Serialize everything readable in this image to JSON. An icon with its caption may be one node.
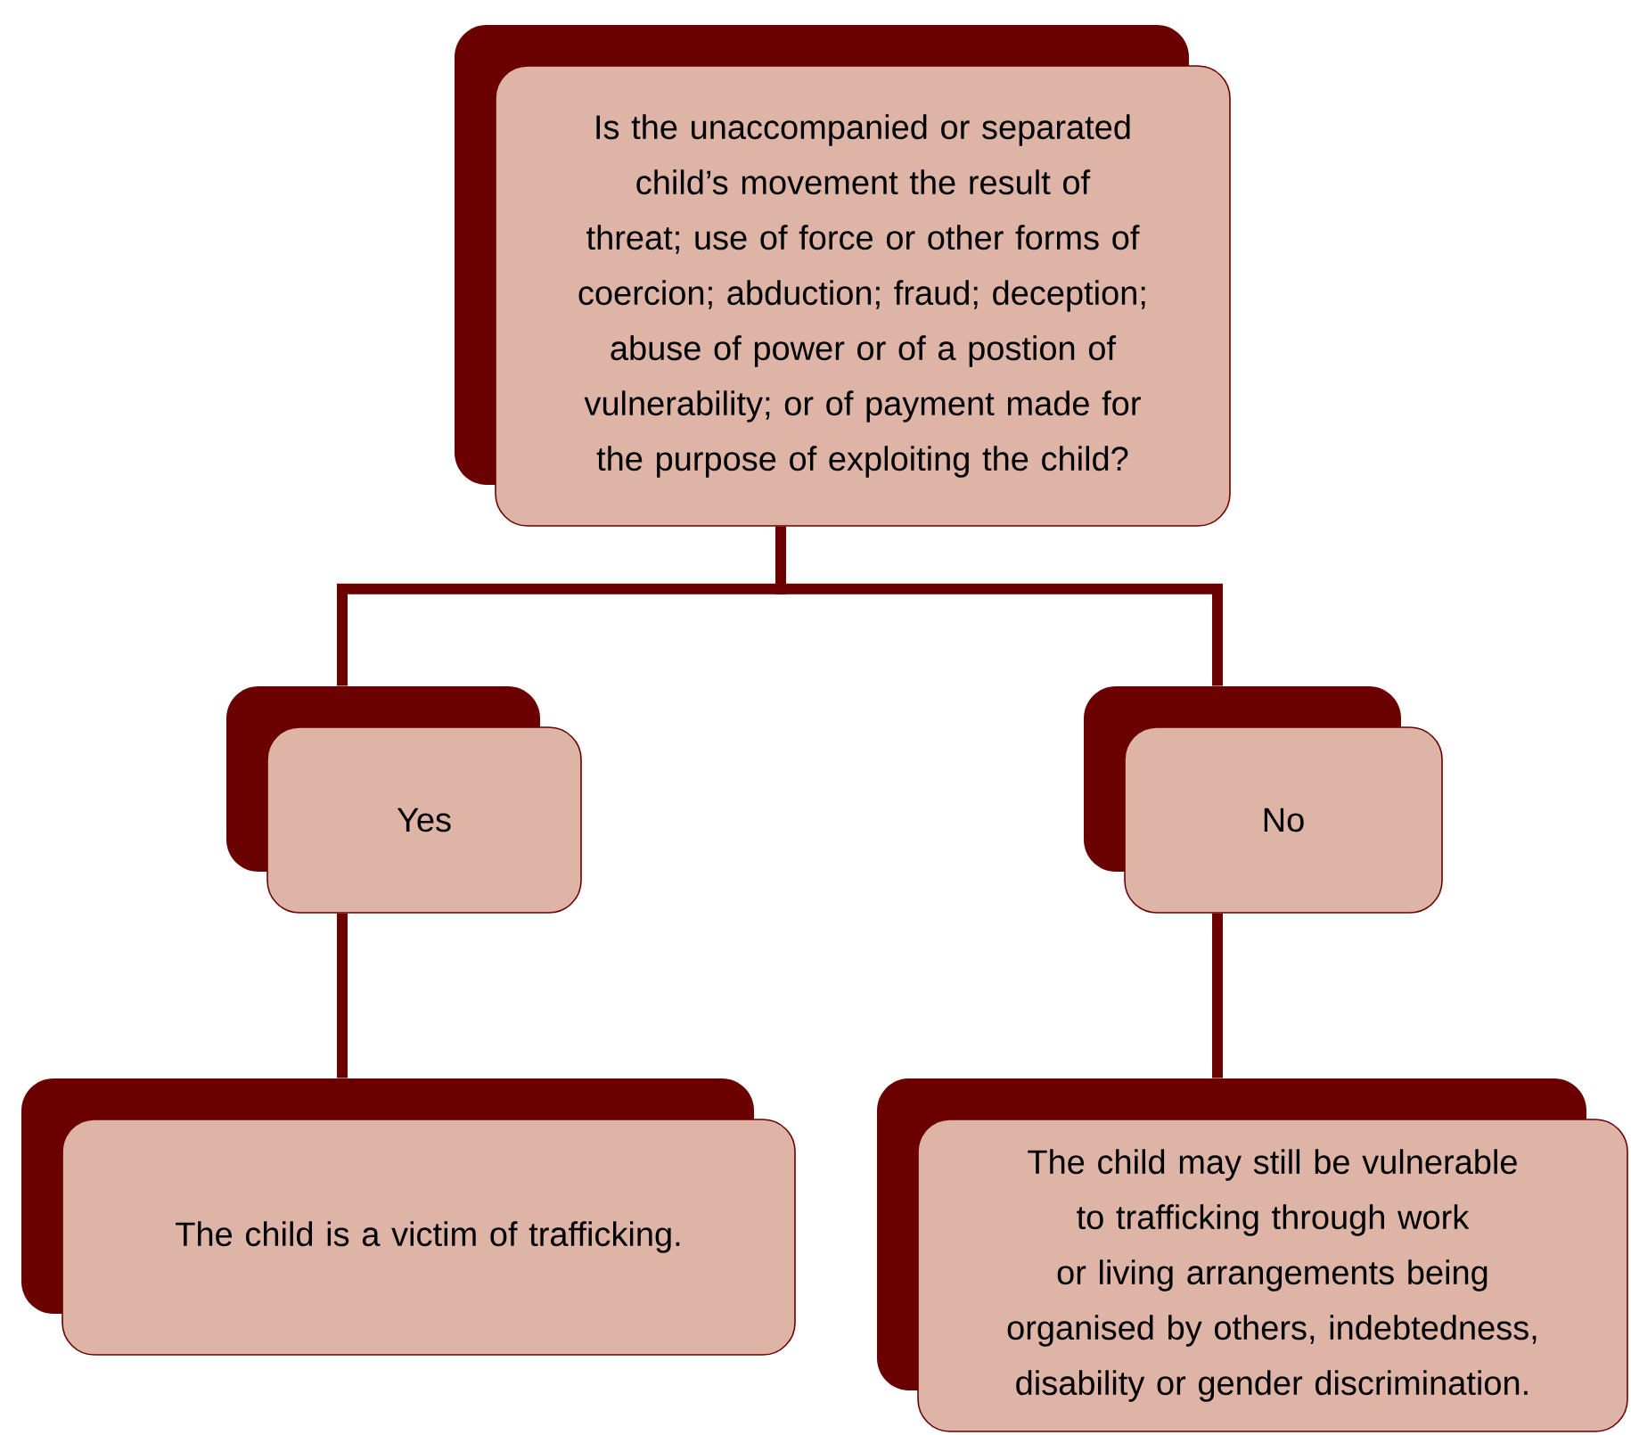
{
  "diagram": {
    "nodes": [
      {
        "text": [
          "Is the unaccompanied or separated child’s movement the result of threat; use of force or other forms of coercion; abduction; fraud; deception; abuse of power or of a postion of vulnerability; or of payment made for the purpose of exploiting the child?"
        ]
      },
      {
        "text": [
          "Yes"
        ]
      },
      {
        "text": [
          "No"
        ]
      },
      {
        "text": [
          "The child is a victim of trafficking."
        ]
      },
      {
        "text": [
          "The child may still be vulnerable to trafficking through work or living arrangements being organised by others, indebtedness, disability or gender discrimination."
        ]
      }
    ],
    "edges": [
      {
        "from": 0,
        "to": 1,
        "arrow": "none"
      },
      {
        "from": 0,
        "to": 2,
        "arrow": "none"
      },
      {
        "from": 1,
        "to": 3,
        "arrow": "none"
      },
      {
        "from": 2,
        "to": 4,
        "arrow": "none"
      }
    ]
  }
}
